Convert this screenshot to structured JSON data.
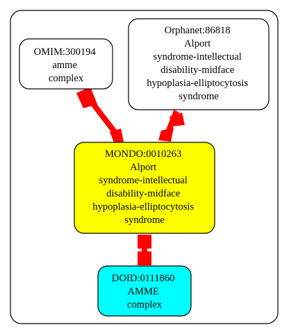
{
  "colors": {
    "background": "#ffffff",
    "border": "#000000",
    "edge": "#ff0000",
    "mondo_fill": "#ffff00",
    "doid_fill": "#00ffff",
    "default_fill": "#ffffff"
  },
  "nodes": {
    "omim": {
      "lines": [
        "OMIM:300194",
        "amme",
        "complex"
      ]
    },
    "orphanet": {
      "lines": [
        "Orphanet:86818",
        "Alport",
        "syndrome-intellectual",
        "disability-midface",
        "hypoplasia-elliptocytosis",
        "syndrome"
      ]
    },
    "mondo": {
      "lines": [
        "MONDO:0010263",
        "Alport",
        "syndrome-intellectual",
        "disability-midface",
        "hypoplasia-elliptocytosis",
        "syndrome"
      ]
    },
    "doid": {
      "lines": [
        "DOID:0111860",
        "AMME",
        "complex"
      ]
    }
  },
  "edges": [
    {
      "from": "omim",
      "to": "mondo"
    },
    {
      "from": "orphanet",
      "to": "mondo"
    },
    {
      "from": "mondo",
      "to": "doid"
    }
  ]
}
